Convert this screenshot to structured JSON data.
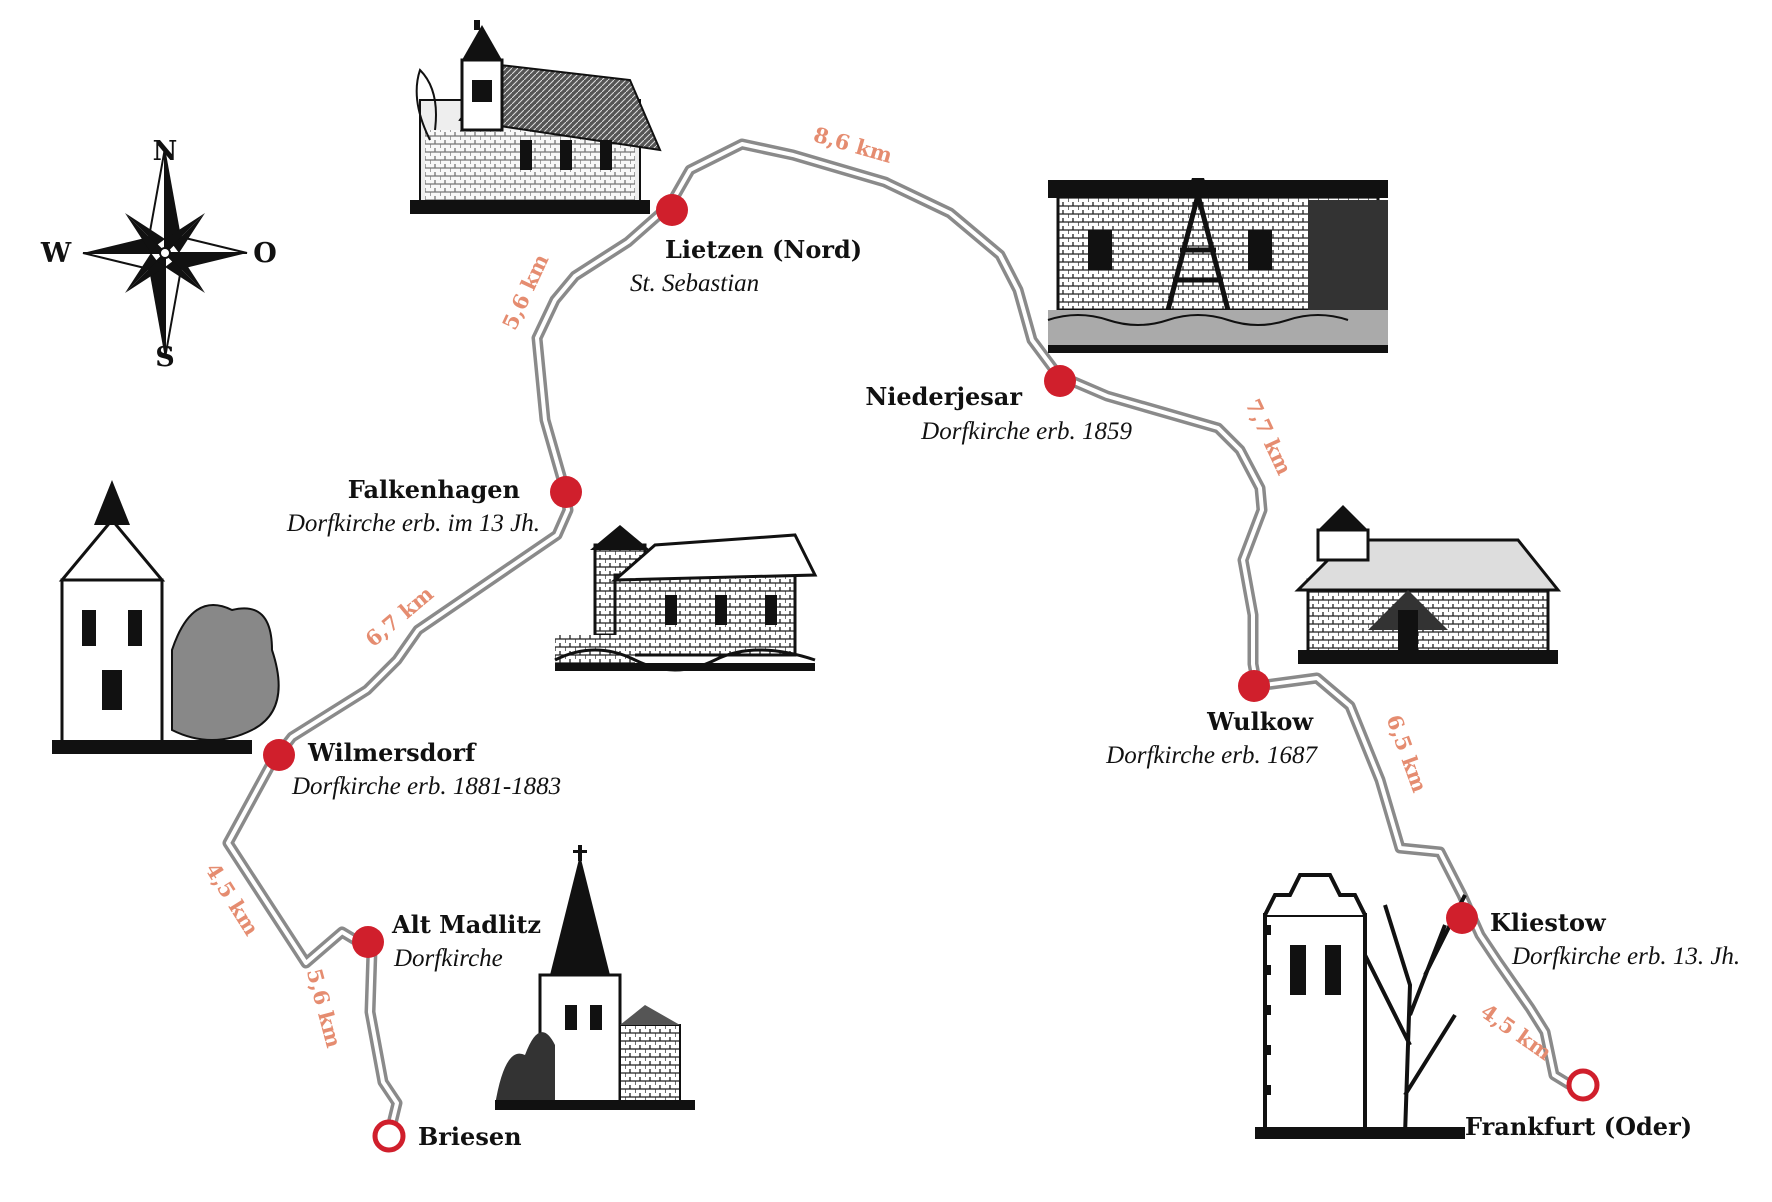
{
  "compass": {
    "north": "N",
    "south": "S",
    "west": "W",
    "east": "O"
  },
  "colors": {
    "route_outer": "#8a8a8a",
    "route_inner": "#ffffff",
    "station": "#d01f2c",
    "distance_label": "#e58c70"
  },
  "stations": {
    "briesen": {
      "name": "Briesen",
      "type": "endpoint"
    },
    "alt_madlitz": {
      "name": "Alt Madlitz",
      "church": "Dorfkirche"
    },
    "wilmersdorf": {
      "name": "Wilmersdorf",
      "church": "Dorfkirche erb. 1881-1883"
    },
    "falkenhagen": {
      "name": "Falkenhagen",
      "church": "Dorfkirche erb. im 13 Jh."
    },
    "lietzen": {
      "name": "Lietzen (Nord)",
      "church": "St. Sebastian"
    },
    "niederjesar": {
      "name": "Niederjesar",
      "church": "Dorfkirche erb. 1859"
    },
    "wulkow": {
      "name": "Wulkow",
      "church": "Dorfkirche erb. 1687"
    },
    "kliestow": {
      "name": "Kliestow",
      "church": "Dorfkirche erb. 13. Jh."
    },
    "frankfurt": {
      "name": "Frankfurt (Oder)",
      "type": "endpoint"
    }
  },
  "distances": {
    "briesen_alt_madlitz": "5,6 km",
    "alt_madlitz_wilmersdorf": "4,5 km",
    "wilmersdorf_falkenhagen": "6,7 km",
    "falkenhagen_lietzen": "5,6 km",
    "lietzen_niederjesar": "8,6 km",
    "niederjesar_wulkow": "7,7 km",
    "wulkow_kliestow": "6,5 km",
    "kliestow_frankfurt": "4,5 km"
  },
  "illustrations": [
    "church-lietzen",
    "church-niederjesar",
    "church-wilmersdorf",
    "church-falkenhagen",
    "church-wulkow",
    "church-alt-madlitz",
    "church-kliestow"
  ]
}
